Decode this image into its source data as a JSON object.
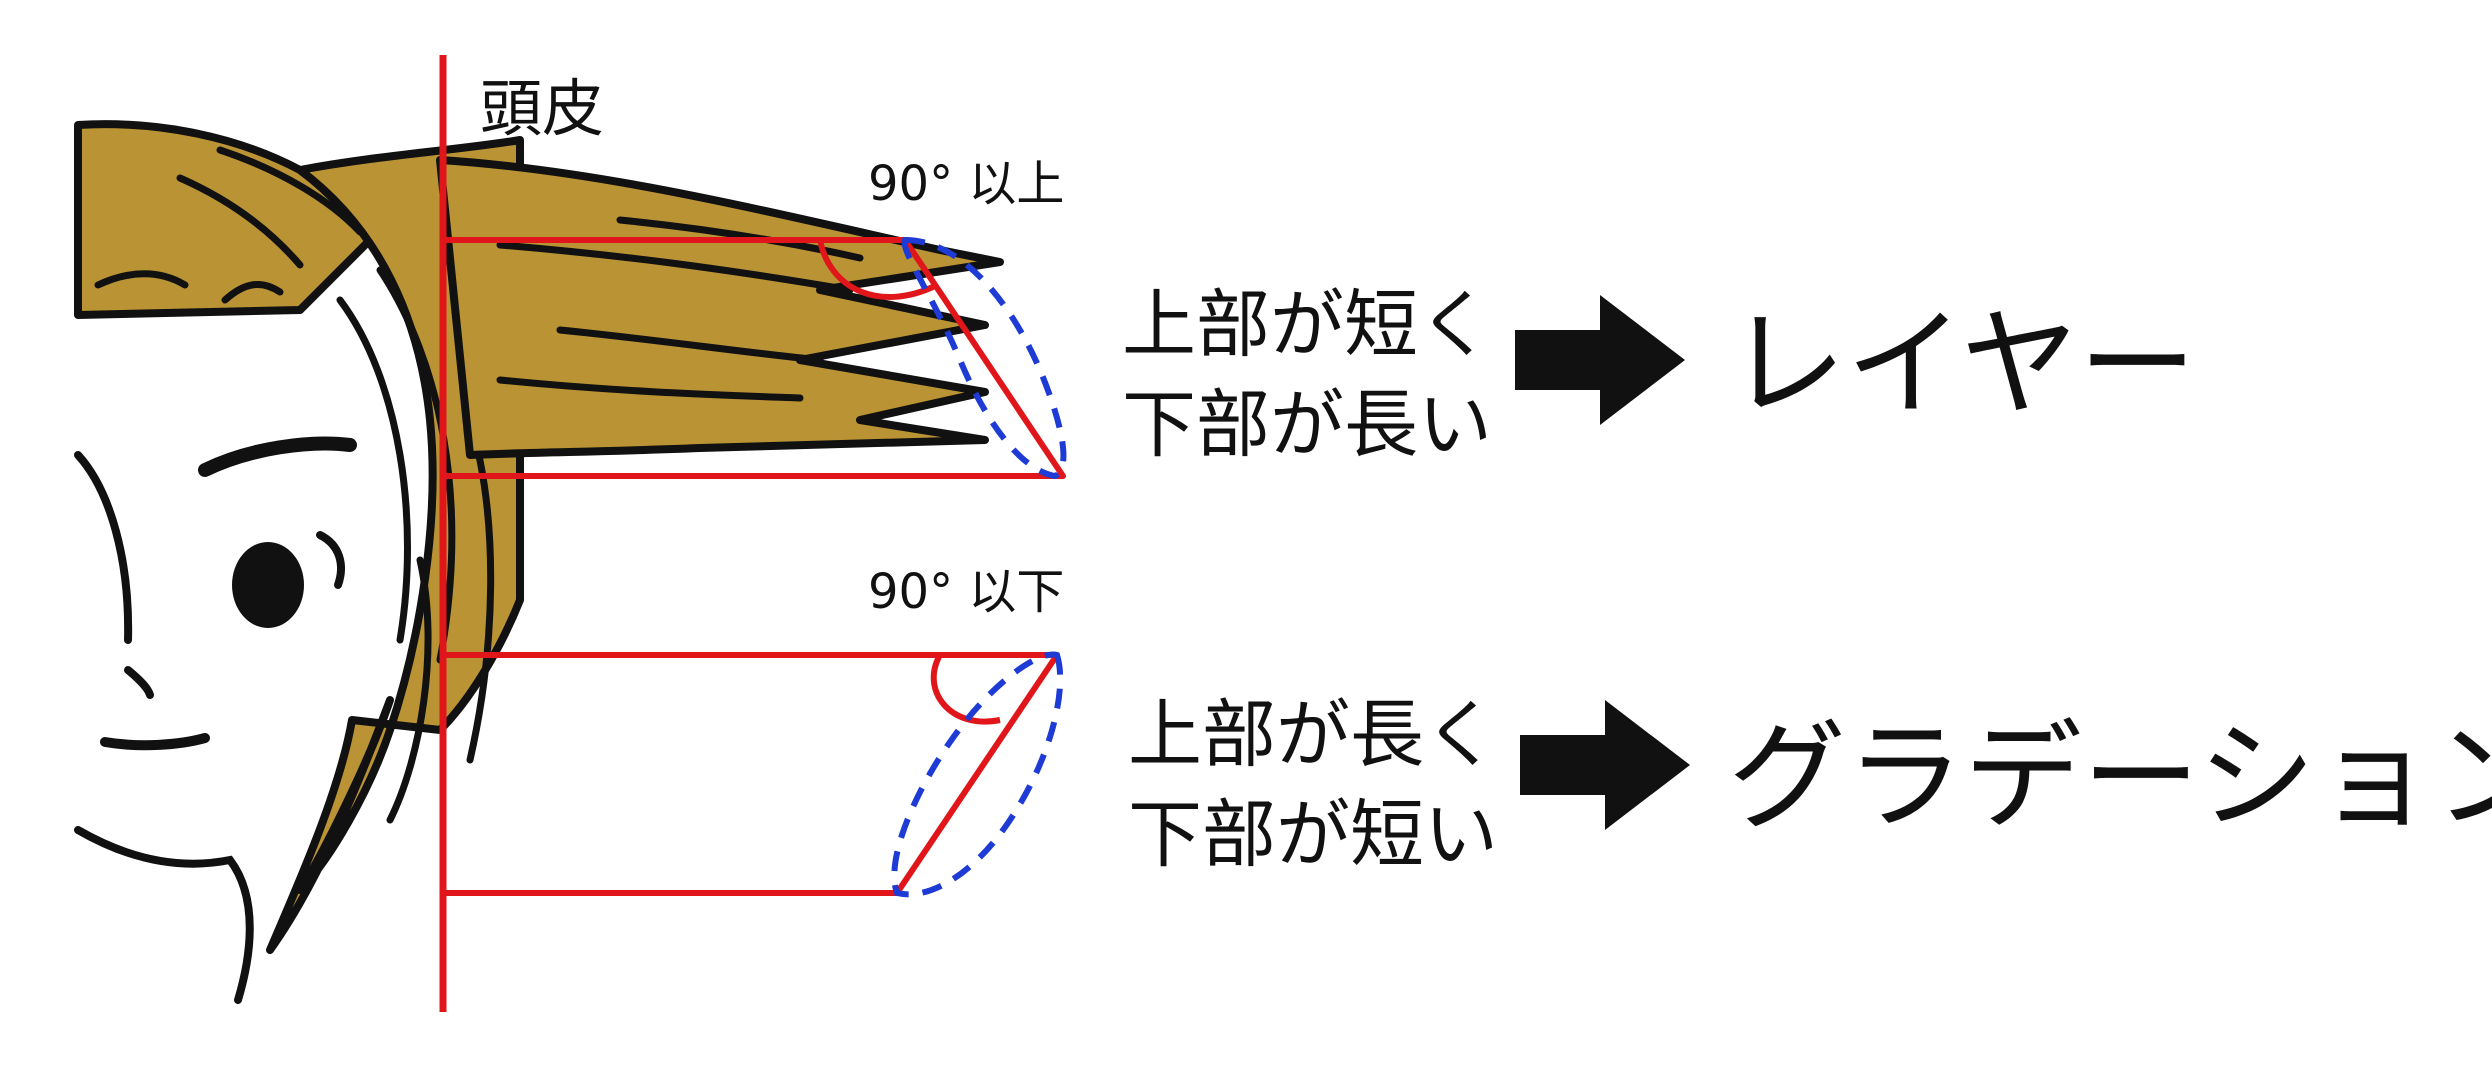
{
  "labels": {
    "scalp": "頭皮",
    "angle_top": "90° 以上",
    "angle_bottom": "90° 以下"
  },
  "cases": [
    {
      "line1": "上部が短く",
      "line2": "下部が長い",
      "result": "レイヤー"
    },
    {
      "line1": "上部が長く",
      "line2": "下部が短い",
      "result": "グラデーション"
    }
  ],
  "colors": {
    "hair": "#BA9335",
    "guide_red": "#E0161B",
    "ellipse_blue": "#1E3BD6",
    "ink": "#111111"
  },
  "icons": [
    "arrow-right-icon"
  ]
}
